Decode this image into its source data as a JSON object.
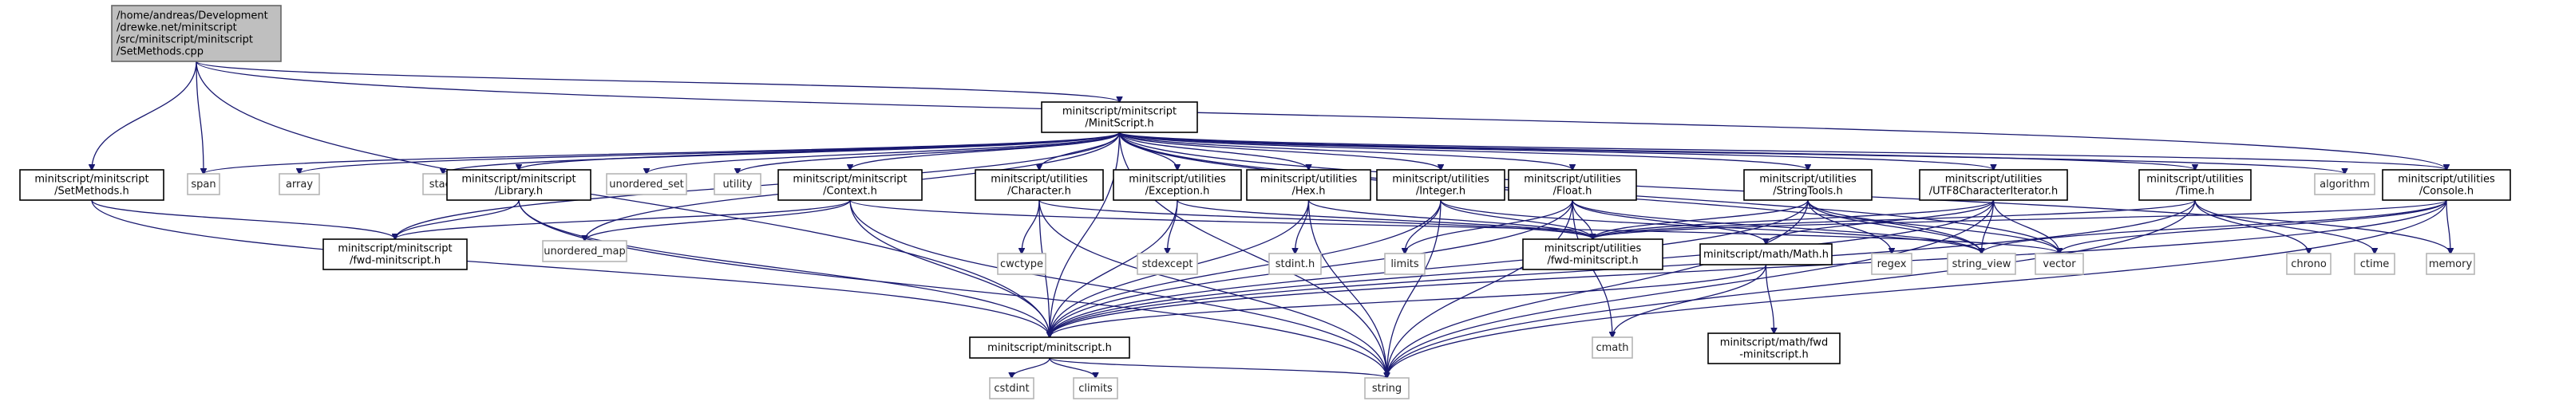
{
  "graph": {
    "nodes": [
      {
        "id": "setmethods_cpp",
        "lines": [
          "/home/andreas/Development",
          "/drewke.net/minitscript",
          "/src/minitscript/minitscript",
          "/SetMethods.cpp"
        ],
        "kind": "root"
      },
      {
        "id": "minitscript_main",
        "lines": [
          "minitscript/minitscript",
          "/MinitScript.h"
        ],
        "kind": "file"
      },
      {
        "id": "setmethods_h",
        "lines": [
          "minitscript/minitscript",
          "/SetMethods.h"
        ],
        "kind": "file"
      },
      {
        "id": "span",
        "lines": [
          "span"
        ],
        "kind": "system"
      },
      {
        "id": "array",
        "lines": [
          "array"
        ],
        "kind": "system"
      },
      {
        "id": "stack",
        "lines": [
          "stack"
        ],
        "kind": "system"
      },
      {
        "id": "library_h",
        "lines": [
          "minitscript/minitscript",
          "/Library.h"
        ],
        "kind": "file"
      },
      {
        "id": "unordered_set",
        "lines": [
          "unordered_set"
        ],
        "kind": "system"
      },
      {
        "id": "utility",
        "lines": [
          "utility"
        ],
        "kind": "system"
      },
      {
        "id": "context_h",
        "lines": [
          "minitscript/minitscript",
          "/Context.h"
        ],
        "kind": "file"
      },
      {
        "id": "character_h",
        "lines": [
          "minitscript/utilities",
          "/Character.h"
        ],
        "kind": "file"
      },
      {
        "id": "exception_h",
        "lines": [
          "minitscript/utilities",
          "/Exception.h"
        ],
        "kind": "file"
      },
      {
        "id": "hex_h",
        "lines": [
          "minitscript/utilities",
          "/Hex.h"
        ],
        "kind": "file"
      },
      {
        "id": "integer_h",
        "lines": [
          "minitscript/utilities",
          "/Integer.h"
        ],
        "kind": "file"
      },
      {
        "id": "float_h",
        "lines": [
          "minitscript/utilities",
          "/Float.h"
        ],
        "kind": "file"
      },
      {
        "id": "stringtools_h",
        "lines": [
          "minitscript/utilities",
          "/StringTools.h"
        ],
        "kind": "file"
      },
      {
        "id": "utf8_h",
        "lines": [
          "minitscript/utilities",
          "/UTF8CharacterIterator.h"
        ],
        "kind": "file"
      },
      {
        "id": "time_h",
        "lines": [
          "minitscript/utilities",
          "/Time.h"
        ],
        "kind": "file"
      },
      {
        "id": "algorithm",
        "lines": [
          "algorithm"
        ],
        "kind": "system"
      },
      {
        "id": "console_h",
        "lines": [
          "minitscript/utilities",
          "/Console.h"
        ],
        "kind": "file"
      },
      {
        "id": "fwd_minitscript_h",
        "lines": [
          "minitscript/minitscript",
          "/fwd-minitscript.h"
        ],
        "kind": "file"
      },
      {
        "id": "unordered_map",
        "lines": [
          "unordered_map"
        ],
        "kind": "system"
      },
      {
        "id": "cwctype",
        "lines": [
          "cwctype"
        ],
        "kind": "system"
      },
      {
        "id": "stdexcept",
        "lines": [
          "stdexcept"
        ],
        "kind": "system"
      },
      {
        "id": "stdint_h",
        "lines": [
          "stdint.h"
        ],
        "kind": "system"
      },
      {
        "id": "limits",
        "lines": [
          "limits"
        ],
        "kind": "system"
      },
      {
        "id": "utilities_fwd_h",
        "lines": [
          "minitscript/utilities",
          "/fwd-minitscript.h"
        ],
        "kind": "file"
      },
      {
        "id": "math_h",
        "lines": [
          "minitscript/math/Math.h"
        ],
        "kind": "file"
      },
      {
        "id": "regex",
        "lines": [
          "regex"
        ],
        "kind": "system"
      },
      {
        "id": "string_view",
        "lines": [
          "string_view"
        ],
        "kind": "system"
      },
      {
        "id": "vector",
        "lines": [
          "vector"
        ],
        "kind": "system"
      },
      {
        "id": "chrono",
        "lines": [
          "chrono"
        ],
        "kind": "system"
      },
      {
        "id": "ctime",
        "lines": [
          "ctime"
        ],
        "kind": "system"
      },
      {
        "id": "memory",
        "lines": [
          "memory"
        ],
        "kind": "system"
      },
      {
        "id": "minitscript_h",
        "lines": [
          "minitscript/minitscript.h"
        ],
        "kind": "file"
      },
      {
        "id": "cmath",
        "lines": [
          "cmath"
        ],
        "kind": "system"
      },
      {
        "id": "math_fwd_h",
        "lines": [
          "minitscript/math/fwd",
          "-minitscript.h"
        ],
        "kind": "file"
      },
      {
        "id": "cstdint",
        "lines": [
          "cstdint"
        ],
        "kind": "system"
      },
      {
        "id": "climits",
        "lines": [
          "climits"
        ],
        "kind": "system"
      },
      {
        "id": "string",
        "lines": [
          "string"
        ],
        "kind": "system"
      }
    ],
    "edges": [
      [
        "setmethods_cpp",
        "minitscript_main"
      ],
      [
        "setmethods_cpp",
        "setmethods_h"
      ],
      [
        "setmethods_cpp",
        "span"
      ],
      [
        "setmethods_cpp",
        "minitscript_h"
      ],
      [
        "setmethods_cpp",
        "console_h"
      ],
      [
        "minitscript_main",
        "span"
      ],
      [
        "minitscript_main",
        "array"
      ],
      [
        "minitscript_main",
        "stack"
      ],
      [
        "minitscript_main",
        "library_h"
      ],
      [
        "minitscript_main",
        "unordered_set"
      ],
      [
        "minitscript_main",
        "utility"
      ],
      [
        "minitscript_main",
        "context_h"
      ],
      [
        "minitscript_main",
        "character_h"
      ],
      [
        "minitscript_main",
        "exception_h"
      ],
      [
        "minitscript_main",
        "hex_h"
      ],
      [
        "minitscript_main",
        "integer_h"
      ],
      [
        "minitscript_main",
        "float_h"
      ],
      [
        "minitscript_main",
        "stringtools_h"
      ],
      [
        "minitscript_main",
        "utf8_h"
      ],
      [
        "minitscript_main",
        "time_h"
      ],
      [
        "minitscript_main",
        "algorithm"
      ],
      [
        "minitscript_main",
        "console_h"
      ],
      [
        "minitscript_main",
        "fwd_minitscript_h"
      ],
      [
        "minitscript_main",
        "unordered_map"
      ],
      [
        "minitscript_main",
        "minitscript_h"
      ],
      [
        "minitscript_main",
        "string_view"
      ],
      [
        "minitscript_main",
        "vector"
      ],
      [
        "minitscript_main",
        "memory"
      ],
      [
        "minitscript_main",
        "string"
      ],
      [
        "setmethods_h",
        "fwd_minitscript_h"
      ],
      [
        "setmethods_h",
        "minitscript_h"
      ],
      [
        "library_h",
        "fwd_minitscript_h"
      ],
      [
        "library_h",
        "minitscript_h"
      ],
      [
        "library_h",
        "string"
      ],
      [
        "context_h",
        "fwd_minitscript_h"
      ],
      [
        "context_h",
        "unordered_map"
      ],
      [
        "context_h",
        "minitscript_h"
      ],
      [
        "context_h",
        "string"
      ],
      [
        "context_h",
        "vector"
      ],
      [
        "character_h",
        "cwctype"
      ],
      [
        "character_h",
        "minitscript_h"
      ],
      [
        "character_h",
        "utilities_fwd_h"
      ],
      [
        "character_h",
        "string"
      ],
      [
        "exception_h",
        "stdexcept"
      ],
      [
        "exception_h",
        "minitscript_h"
      ],
      [
        "exception_h",
        "utilities_fwd_h"
      ],
      [
        "hex_h",
        "stdint_h"
      ],
      [
        "hex_h",
        "minitscript_h"
      ],
      [
        "hex_h",
        "utilities_fwd_h"
      ],
      [
        "hex_h",
        "string"
      ],
      [
        "integer_h",
        "limits"
      ],
      [
        "integer_h",
        "minitscript_h"
      ],
      [
        "integer_h",
        "utilities_fwd_h"
      ],
      [
        "integer_h",
        "string"
      ],
      [
        "integer_h",
        "string_view"
      ],
      [
        "float_h",
        "limits"
      ],
      [
        "float_h",
        "minitscript_h"
      ],
      [
        "float_h",
        "utilities_fwd_h"
      ],
      [
        "float_h",
        "math_h"
      ],
      [
        "float_h",
        "cmath"
      ],
      [
        "float_h",
        "string"
      ],
      [
        "float_h",
        "string_view"
      ],
      [
        "stringtools_h",
        "minitscript_h"
      ],
      [
        "stringtools_h",
        "utilities_fwd_h"
      ],
      [
        "stringtools_h",
        "regex"
      ],
      [
        "stringtools_h",
        "string_view"
      ],
      [
        "stringtools_h",
        "vector"
      ],
      [
        "stringtools_h",
        "string"
      ],
      [
        "utf8_h",
        "minitscript_h"
      ],
      [
        "utf8_h",
        "utilities_fwd_h"
      ],
      [
        "utf8_h",
        "math_h"
      ],
      [
        "utf8_h",
        "string_view"
      ],
      [
        "utf8_h",
        "vector"
      ],
      [
        "utf8_h",
        "string"
      ],
      [
        "time_h",
        "minitscript_h"
      ],
      [
        "time_h",
        "utilities_fwd_h"
      ],
      [
        "time_h",
        "chrono"
      ],
      [
        "time_h",
        "ctime"
      ],
      [
        "time_h",
        "string"
      ],
      [
        "console_h",
        "minitscript_h"
      ],
      [
        "console_h",
        "utilities_fwd_h"
      ],
      [
        "console_h",
        "memory"
      ],
      [
        "console_h",
        "string_view"
      ],
      [
        "console_h",
        "vector"
      ],
      [
        "console_h",
        "string"
      ],
      [
        "math_h",
        "minitscript_h"
      ],
      [
        "math_h",
        "cmath"
      ],
      [
        "math_h",
        "math_fwd_h"
      ],
      [
        "minitscript_h",
        "cstdint"
      ],
      [
        "minitscript_h",
        "climits"
      ],
      [
        "minitscript_h",
        "string"
      ]
    ]
  }
}
